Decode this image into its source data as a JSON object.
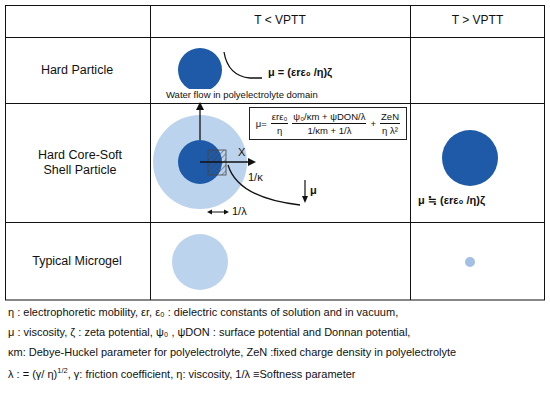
{
  "diagram": {
    "nodes": [
      {
        "text": [
          "μ=",
          "εrε₀",
          "η",
          "ψ₀/κm + ψDON/λ",
          "1/κm + 1/λ",
          "+",
          "ZeN",
          "η λ²"
        ]
      }
    ],
    "labels": [
      "T < VPTT",
      "T > VPTT",
      "Hard Particle",
      "Hard Core-Soft Shell Particle",
      "Typical Microgel",
      "μ = (εrε₀ /η)ζ",
      "Water flow in polyelectrolyte domain",
      "X",
      "1/κ",
      "1/λ",
      "μ",
      "μ ≒ (εrε₀ /η)ζ",
      "η : electrophoretic mobility,   εr, ε₀ : dielectric constants of solution and in vacuum,",
      "μ : viscosity,  ζ : zeta potential,  ψ₀ , ψDON : surface potential and Donnan potential,",
      "κm: Debye-Huckel parameter for polyelectrolyte,  ZeN :fixed charge density in polyelectrolyte",
      "λ : = (γ/ η)",
      "1/2",
      ",  γ: friction coefficient,  η: viscosity,  1/λ ≡Softness parameter"
    ]
  }
}
